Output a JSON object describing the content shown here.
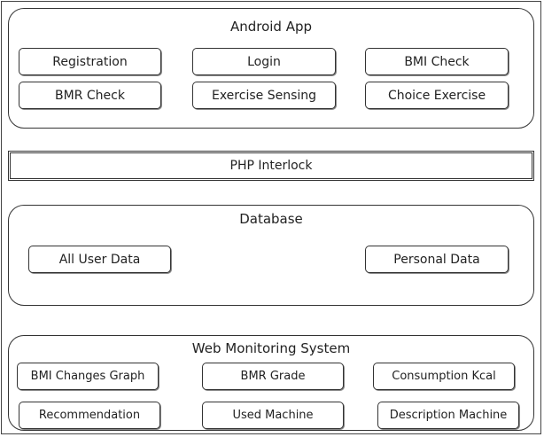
{
  "android": {
    "title": "Android App",
    "items": [
      "Registration",
      "Login",
      "BMI Check",
      "BMR Check",
      "Exercise Sensing",
      "Choice Exercise"
    ]
  },
  "interlock": {
    "label": "PHP Interlock"
  },
  "database": {
    "title": "Database",
    "items": [
      "All User Data",
      "Personal Data"
    ]
  },
  "web": {
    "title": "Web Monitoring System",
    "items": [
      "BMI Changes Graph",
      "BMR Grade",
      "Consumption Kcal",
      "Recommendation",
      "Used Machine",
      "Description Machine"
    ]
  }
}
